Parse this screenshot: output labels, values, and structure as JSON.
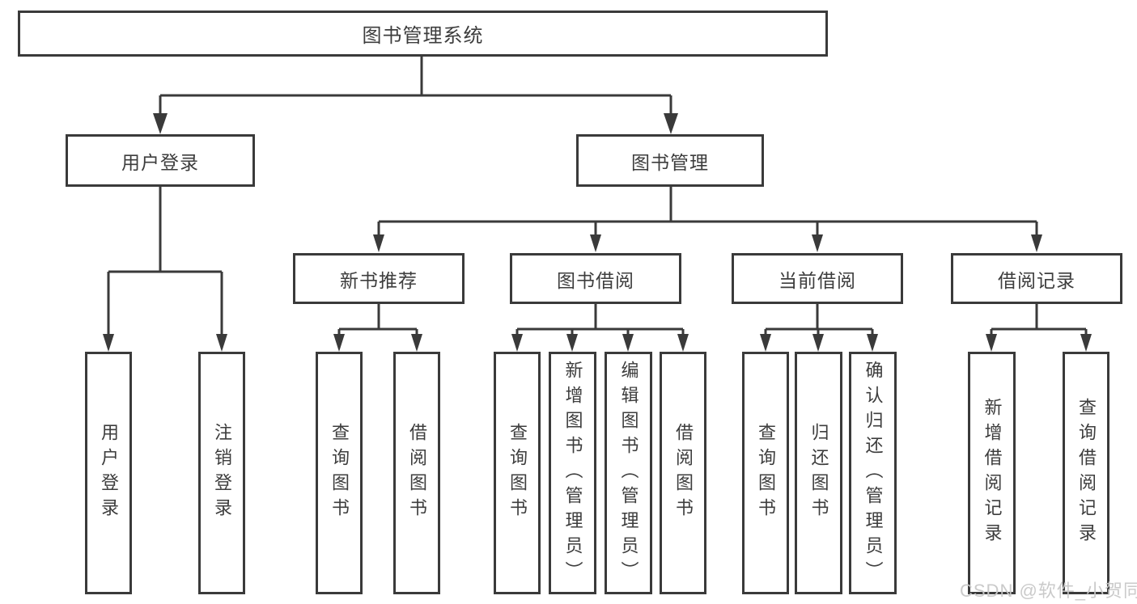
{
  "diagram_title": "图书管理系统",
  "tree": {
    "label": "图书管理系统",
    "children": [
      {
        "label": "用户登录",
        "children": [
          {
            "label": "用户登录"
          },
          {
            "label": "注销登录"
          }
        ]
      },
      {
        "label": "图书管理",
        "children": [
          {
            "label": "新书推荐",
            "children": [
              {
                "label": "查询图书"
              },
              {
                "label": "借阅图书"
              }
            ]
          },
          {
            "label": "图书借阅",
            "children": [
              {
                "label": "查询图书"
              },
              {
                "label": "新增图书（管理员）"
              },
              {
                "label": "编辑图书（管理员）"
              },
              {
                "label": "借阅图书"
              }
            ]
          },
          {
            "label": "当前借阅",
            "children": [
              {
                "label": "查询图书"
              },
              {
                "label": "归还图书"
              },
              {
                "label": "确认归还（管理员）"
              }
            ]
          },
          {
            "label": "借阅记录",
            "children": [
              {
                "label": "新增借阅记录"
              },
              {
                "label": "查询借阅记录"
              }
            ]
          }
        ]
      }
    ]
  },
  "watermark": {
    "text": "CSDN @软件_小贺同学"
  },
  "colors": {
    "line": "#3a3a3a",
    "text": "#3d3d3d",
    "background": "#ffffff",
    "watermark": "#c8c8c8"
  }
}
